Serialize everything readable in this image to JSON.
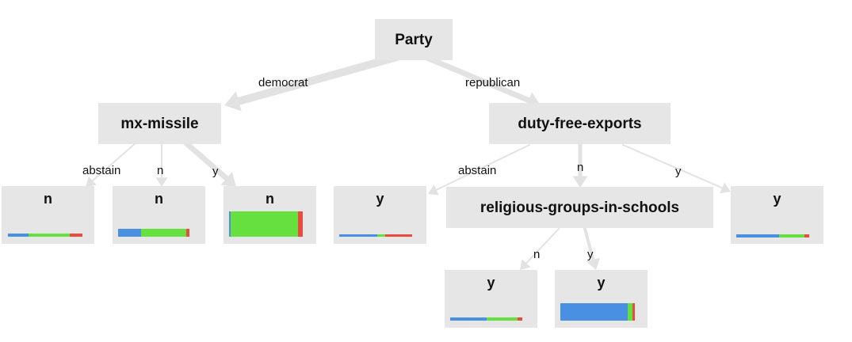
{
  "colors": {
    "blue": "#4a90e2",
    "green": "#66e03f",
    "red": "#e74c3c",
    "node_bg": "#e6e6e6",
    "edge": "#e2e2e2"
  },
  "nodes": {
    "root": {
      "label": "Party"
    },
    "mx_missile": {
      "label": "mx-missile"
    },
    "duty_free": {
      "label": "duty-free-exports"
    },
    "religious": {
      "label": "religious-groups-in-schools"
    },
    "leaf_mx_abstain": {
      "label": "n",
      "dist": [
        0.26,
        0.51,
        0.16
      ]
    },
    "leaf_mx_n": {
      "label": "n",
      "dist": [
        0.29,
        0.56,
        0.04
      ]
    },
    "leaf_mx_y": {
      "label": "n",
      "dist": [
        0.02,
        0.84,
        0.06
      ]
    },
    "leaf_df_abstain": {
      "label": "y",
      "dist": [
        0.48,
        0.09,
        0.34
      ]
    },
    "leaf_df_y": {
      "label": "y",
      "dist": [
        0.53,
        0.32,
        0.06
      ]
    },
    "leaf_rel_n": {
      "label": "y",
      "dist": [
        0.46,
        0.38,
        0.06
      ]
    },
    "leaf_rel_y": {
      "label": "y",
      "dist": [
        0.84,
        0.06,
        0.03
      ]
    }
  },
  "edges": {
    "democrat": "democrat",
    "republican": "republican",
    "mx_abstain": "abstain",
    "mx_n": "n",
    "mx_y": "y",
    "df_abstain": "abstain",
    "df_n": "n",
    "df_y": "y",
    "rel_n": "n",
    "rel_y": "y"
  }
}
